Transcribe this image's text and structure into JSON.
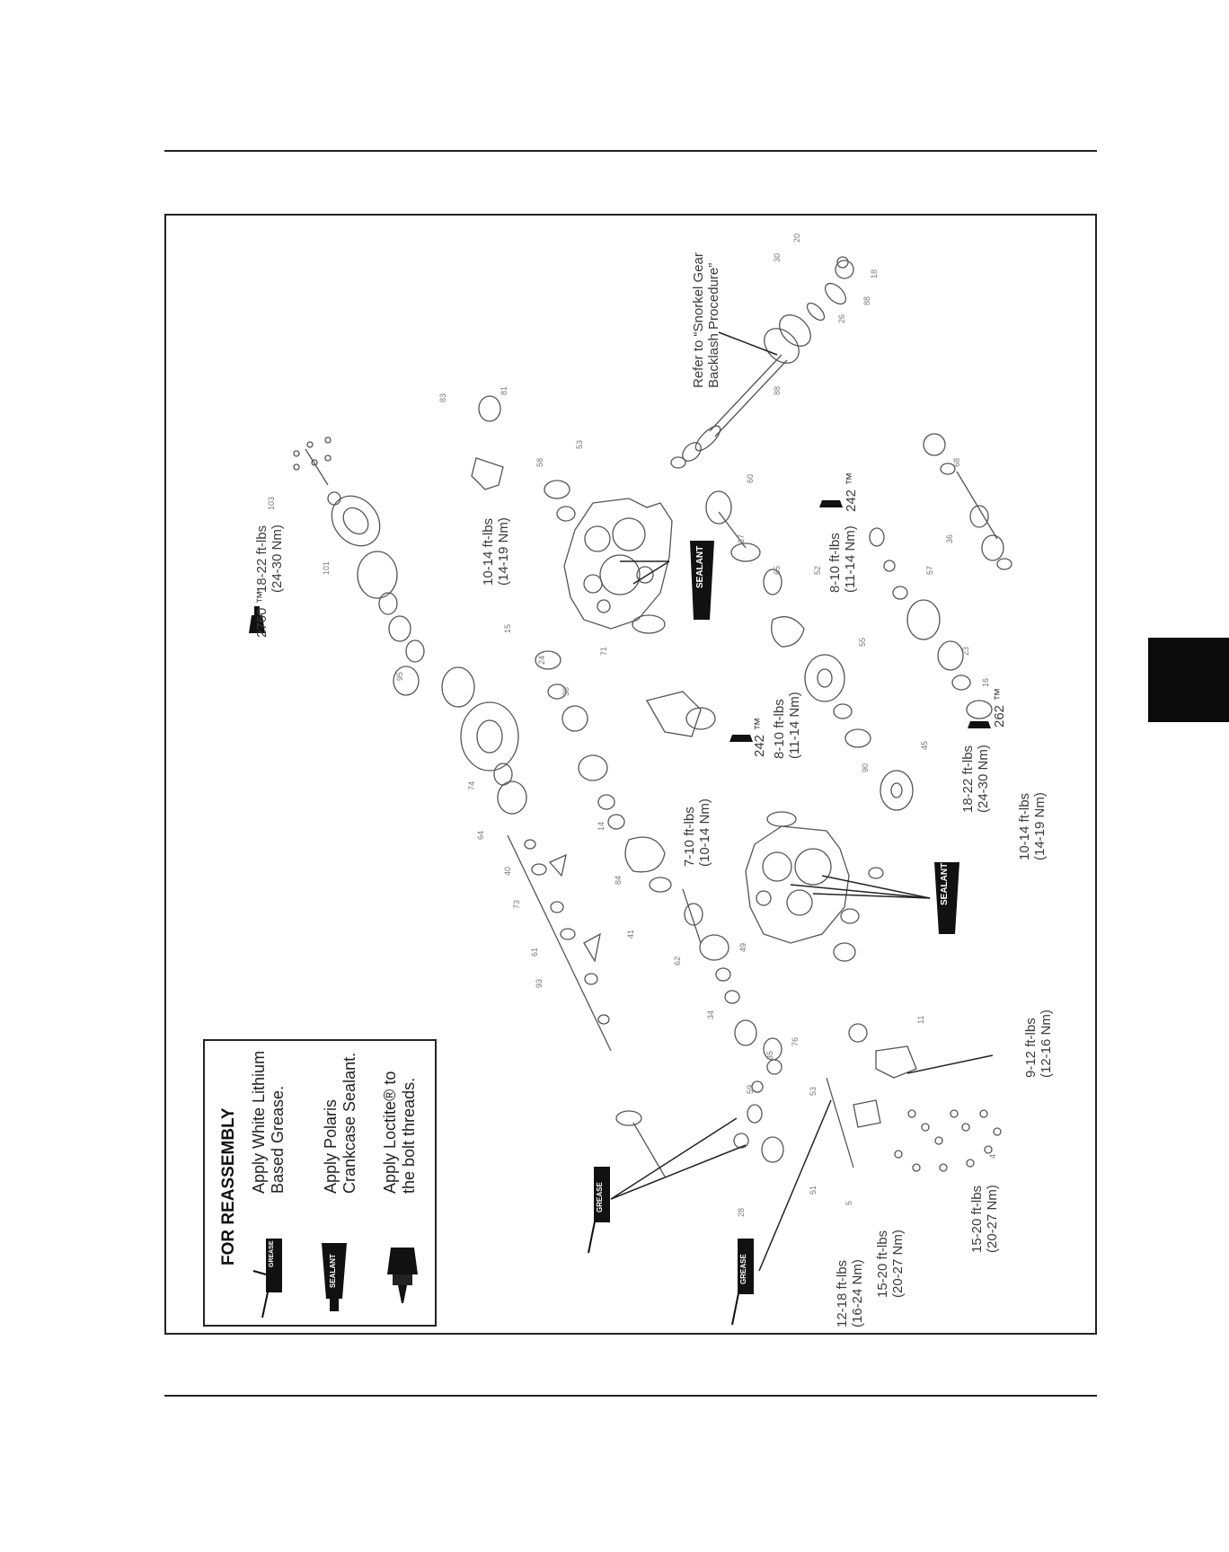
{
  "legend": {
    "title": "FOR REASSEMBLY",
    "grease_text": "Apply White Lithium\nBased Grease.",
    "sealant_text": "Apply Polaris\nCrankcase Sealant.",
    "loctite_text": "Apply Loctite® to\nthe bolt threads.",
    "grease_tube_label": "GREASE",
    "sealant_tube_label": "SEALANT"
  },
  "callouts": {
    "t1": "18-22 ft-lbs\n(24-30 Nm)",
    "t1_loctite": "2760 ™",
    "t2": "10-14 ft-lbs\n(14-19 Nm)",
    "t3": "8-10 ft-lbs\n(11-14 Nm)",
    "t3_loctite": "242 ™",
    "t4": "8-10 ft-lbs\n(11-14 Nm)",
    "t4_loctite": "242 ™",
    "t5": "18-22 ft-lbs\n(24-30 Nm)",
    "t5_loctite": "262 ™",
    "t6": "10-14 ft-lbs\n(14-19 Nm)",
    "t7": "7-10 ft-lbs\n(10-14 Nm)",
    "t8": "9-12 ft-lbs\n(12-16 Nm)",
    "t9": "12-18 ft-lbs\n(16-24 Nm)",
    "t10": "15-20 ft-lbs\n(20-27 Nm)",
    "t11": "15-20 ft-lbs\n(20-27 Nm)",
    "snorkel_note": "Refer to “Snorkel Gear\nBacklash Procedure”",
    "sealant_tag_1": "SEALANT",
    "sealant_tag_2": "SEALANT",
    "grease_tag_1": "GREASE",
    "grease_tag_2": "GREASE"
  },
  "part_numbers": {
    "p1": "103",
    "p2": "101",
    "p3": "83",
    "p4": "81",
    "p5": "20",
    "p6": "30",
    "p7": "88",
    "p8": "26",
    "p9": "18",
    "p10": "88",
    "p11": "53",
    "p12": "58",
    "p13": "37",
    "p14": "65",
    "p15": "52",
    "p16": "60",
    "p17": "38",
    "p18": "15",
    "p19": "24",
    "p20": "71",
    "p21": "95",
    "p22": "74",
    "p23": "64",
    "p24": "40",
    "p25": "73",
    "p26": "61",
    "p27": "93",
    "p28": "14",
    "p29": "84",
    "p30": "41",
    "p31": "62",
    "p32": "34",
    "p33": "76",
    "p34": "59",
    "p35": "90",
    "p36": "55",
    "p37": "45",
    "p38": "23",
    "p39": "16",
    "p40": "57",
    "p41": "68",
    "p42": "36",
    "p43": "49",
    "p44": "35",
    "p45": "53",
    "p46": "5",
    "p47": "28",
    "p48": "4",
    "p49": "51",
    "p50": "11"
  }
}
